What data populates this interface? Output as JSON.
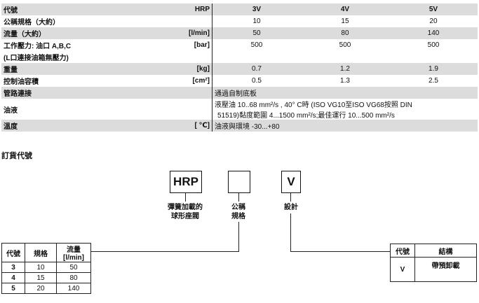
{
  "spec": {
    "header": {
      "label": "代號",
      "unit": "HRP",
      "v3": "3V",
      "v4": "4V",
      "v5": "5V"
    },
    "rows": [
      {
        "label": "公稱規格（大約）",
        "unit": "",
        "v3": "10",
        "v4": "15",
        "v5": "20"
      },
      {
        "label": "流量（大約）",
        "unit": "[l/min]",
        "v3": "50",
        "v4": "80",
        "v5": "140"
      },
      {
        "label": "工作壓力: 油口 A,B,C",
        "unit": "[bar]",
        "v3": "500",
        "v4": "500",
        "v5": "500"
      },
      {
        "label": "(L口連接油箱無壓力)",
        "unit": "",
        "v3": "",
        "v4": "",
        "v5": ""
      },
      {
        "label": "重量",
        "unit": "[kg]",
        "v3": "0.7",
        "v4": "1.2",
        "v5": "1.9"
      },
      {
        "label": "控制油容積",
        "unit": "[cm²]",
        "v3": "0.5",
        "v4": "1.3",
        "v5": "2.5"
      }
    ],
    "piping": {
      "label": "管路連接",
      "value": "通過自制底板"
    },
    "fluid": {
      "label": "油液",
      "line1": "液壓油 10..68 mm²/s ,   40° C時 (ISO VG10至ISO VG68按照 DIN",
      "line2": "51519)黏度範圍 4...1500 mm²/s;最佳運行 10...500 mm²/s"
    },
    "temp": {
      "label": "溫度",
      "unit": "[ ℃]",
      "value": "油液與環境 -30...+80"
    }
  },
  "order": {
    "title": "訂貨代號",
    "code1": "HRP",
    "code2": "",
    "code3": "V",
    "label1_l1": "彈簧加載的",
    "label1_l2": "球形座閥",
    "label2_l1": "公稱",
    "label2_l2": "規格",
    "label3": "設計"
  },
  "size_table": {
    "headers": [
      "代號",
      "規格",
      "流量",
      "[l/min]"
    ],
    "rows": [
      [
        "3",
        "10",
        "50"
      ],
      [
        "4",
        "15",
        "80"
      ],
      [
        "5",
        "20",
        "140"
      ]
    ]
  },
  "design_table": {
    "headers": [
      "代號",
      "結構"
    ],
    "rows": [
      [
        "V",
        "帶預卸載"
      ]
    ]
  }
}
